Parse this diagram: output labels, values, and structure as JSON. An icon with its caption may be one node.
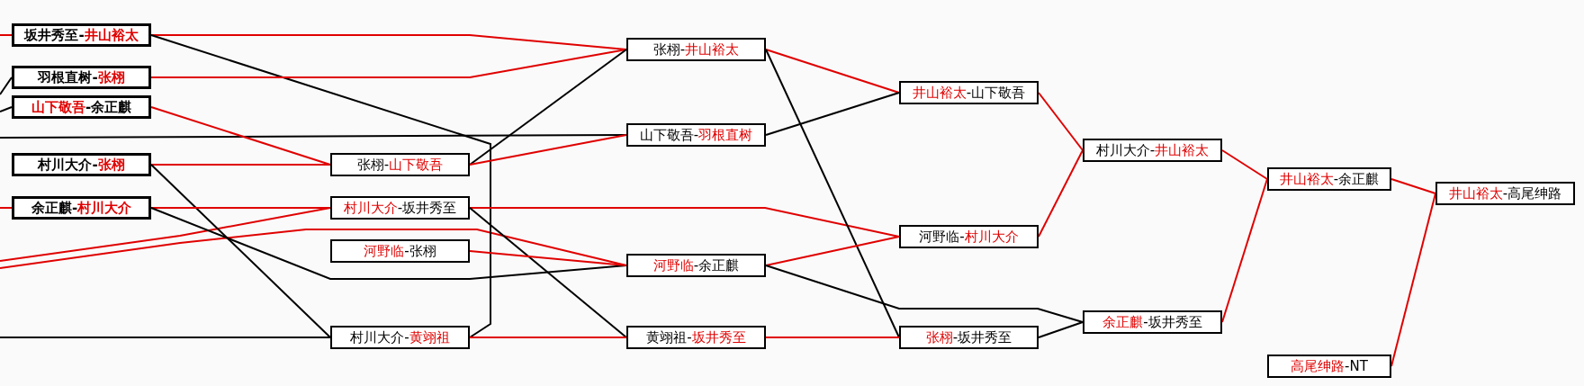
{
  "diagram": {
    "nodes": [
      {
        "text": [
          "坂井秀至-**井山裕太**"
        ]
      },
      {
        "text": [
          "羽根直树-**张栩**"
        ]
      },
      {
        "text": [
          "**山下敬吾**-余正麒"
        ]
      },
      {
        "text": [
          "村川大介-**张栩**"
        ]
      },
      {
        "text": [
          "余正麒-**村川大介**"
        ]
      },
      {
        "text": [
          "张栩-**山下敬吾**"
        ]
      },
      {
        "text": [
          "**村川大介**-坂井秀至"
        ]
      },
      {
        "text": [
          "**河野临**-张栩"
        ]
      },
      {
        "text": [
          "村川大介-**黄翊祖**"
        ]
      },
      {
        "text": [
          "张栩-**井山裕太**"
        ]
      },
      {
        "text": [
          "山下敬吾-**羽根直树**"
        ]
      },
      {
        "text": [
          "**河野临**-余正麒"
        ]
      },
      {
        "text": [
          "黄翊祖-**坂井秀至**"
        ]
      },
      {
        "text": [
          "**井山裕太**-山下敬吾"
        ]
      },
      {
        "text": [
          "河野临-**村川大介**"
        ]
      },
      {
        "text": [
          "**张栩**-坂井秀至"
        ]
      },
      {
        "text": [
          "村川大介-**井山裕太**"
        ]
      },
      {
        "text": [
          "**余正麒**-坂井秀至"
        ]
      },
      {
        "text": [
          "**井山裕太**-余正麒"
        ]
      },
      {
        "text": [
          "**高尾绅路**-NT"
        ]
      },
      {
        "text": [
          "**井山裕太**-高尾绅路"
        ]
      }
    ],
    "edges": [
      {
        "from": null,
        "to": 0,
        "arrow": "none"
      },
      {
        "from": null,
        "to": 4,
        "arrow": "none"
      },
      {
        "from": null,
        "to": 1,
        "arrow": "none",
        "color": "#000000"
      },
      {
        "from": null,
        "to": 2,
        "arrow": "none",
        "color": "#000000"
      },
      {
        "from": null,
        "to": 10,
        "arrow": "none",
        "color": "#000000"
      },
      {
        "from": null,
        "to": 6,
        "arrow": "none"
      },
      {
        "from": null,
        "to": 11,
        "arrow": "none"
      },
      {
        "from": null,
        "to": 8,
        "arrow": "none",
        "color": "#000000"
      },
      {
        "from": 0,
        "to": 9,
        "arrow": "none"
      },
      {
        "from": 0,
        "to": 8,
        "arrow": "none",
        "color": "#000000"
      },
      {
        "from": 1,
        "to": 9,
        "arrow": "none"
      },
      {
        "from": 2,
        "to": 5,
        "arrow": "none"
      },
      {
        "from": 3,
        "to": 5,
        "arrow": "none"
      },
      {
        "from": 3,
        "to": 8,
        "arrow": "none",
        "color": "#000000"
      },
      {
        "from": 4,
        "to": 6,
        "arrow": "none"
      },
      {
        "from": 4,
        "to": 11,
        "arrow": "none",
        "color": "#000000"
      },
      {
        "from": 5,
        "to": 9,
        "arrow": "none",
        "color": "#000000"
      },
      {
        "from": 5,
        "to": 10,
        "arrow": "none"
      },
      {
        "from": 6,
        "to": 14,
        "arrow": "none"
      },
      {
        "from": 6,
        "to": 12,
        "arrow": "none",
        "color": "#000000"
      },
      {
        "from": 7,
        "to": 11,
        "arrow": "none"
      },
      {
        "from": 8,
        "to": 12,
        "arrow": "none"
      },
      {
        "from": 9,
        "to": 13,
        "arrow": "none"
      },
      {
        "from": 9,
        "to": 15,
        "arrow": "none",
        "color": "#000000"
      },
      {
        "from": 10,
        "to": 13,
        "arrow": "none",
        "color": "#000000"
      },
      {
        "from": 11,
        "to": 14,
        "arrow": "none"
      },
      {
        "from": 11,
        "to": 17,
        "arrow": "none",
        "color": "#000000"
      },
      {
        "from": 12,
        "to": 15,
        "arrow": "none"
      },
      {
        "from": 13,
        "to": 16,
        "arrow": "none"
      },
      {
        "from": 14,
        "to": 16,
        "arrow": "none"
      },
      {
        "from": 15,
        "to": 17,
        "arrow": "none",
        "color": "#000000"
      },
      {
        "from": 16,
        "to": 18,
        "arrow": "none"
      },
      {
        "from": 17,
        "to": 18,
        "arrow": "none"
      },
      {
        "from": 18,
        "to": 20,
        "arrow": "none"
      },
      {
        "from": 19,
        "to": 20,
        "arrow": "none"
      }
    ]
  }
}
